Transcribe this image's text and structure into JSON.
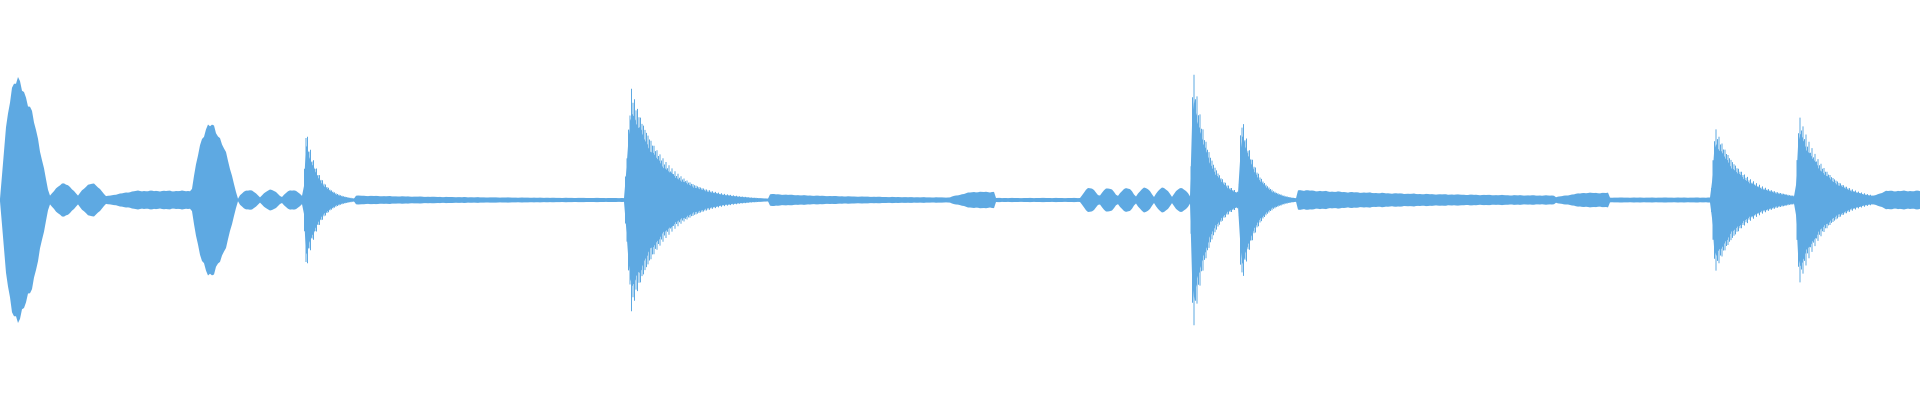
{
  "waveform": {
    "color": "#5ea9e2",
    "background": "#ffffff",
    "segments": [
      {
        "type": "blob",
        "start": 0.0,
        "end": 0.026,
        "amp": 0.59,
        "attack": 0.3
      },
      {
        "type": "beads",
        "start": 0.026,
        "end": 0.055,
        "amp": 0.08,
        "count": 2
      },
      {
        "type": "ribbon",
        "start": 0.055,
        "end": 0.099,
        "amp": 0.045,
        "taper": 0.35
      },
      {
        "type": "blob",
        "start": 0.099,
        "end": 0.124,
        "amp": 0.37,
        "attack": 0.4
      },
      {
        "type": "beads",
        "start": 0.124,
        "end": 0.158,
        "amp": 0.05,
        "count": 3
      },
      {
        "type": "hit",
        "start": 0.158,
        "end": 0.185,
        "amp": 0.29,
        "decay": 4.0
      },
      {
        "type": "tail",
        "start": 0.185,
        "end": 0.325,
        "amp": 0.022,
        "decay": 2.0
      },
      {
        "type": "hit",
        "start": 0.325,
        "end": 0.4,
        "amp": 0.46,
        "decay": 4.5
      },
      {
        "type": "tail",
        "start": 0.4,
        "end": 0.495,
        "amp": 0.03,
        "decay": 2.2
      },
      {
        "type": "ribbon",
        "start": 0.495,
        "end": 0.518,
        "amp": 0.04,
        "taper": 0.5
      },
      {
        "type": "flat",
        "start": 0.518,
        "end": 0.563,
        "amp": 0.01
      },
      {
        "type": "beads",
        "start": 0.563,
        "end": 0.62,
        "amp": 0.06,
        "count": 6
      },
      {
        "type": "hit",
        "start": 0.62,
        "end": 0.645,
        "amp": 0.55,
        "decay": 3.0
      },
      {
        "type": "hit",
        "start": 0.645,
        "end": 0.675,
        "amp": 0.36,
        "decay": 4.0
      },
      {
        "type": "tail",
        "start": 0.675,
        "end": 0.81,
        "amp": 0.05,
        "decay": 2.0
      },
      {
        "type": "ribbon",
        "start": 0.81,
        "end": 0.838,
        "amp": 0.035,
        "taper": 0.5
      },
      {
        "type": "flat",
        "start": 0.838,
        "end": 0.891,
        "amp": 0.012
      },
      {
        "type": "hit",
        "start": 0.891,
        "end": 0.935,
        "amp": 0.3,
        "decay": 3.0
      },
      {
        "type": "hit",
        "start": 0.935,
        "end": 0.975,
        "amp": 0.35,
        "decay": 3.0
      },
      {
        "type": "ribbon",
        "start": 0.975,
        "end": 1.0,
        "amp": 0.045,
        "taper": 0.3
      }
    ]
  }
}
